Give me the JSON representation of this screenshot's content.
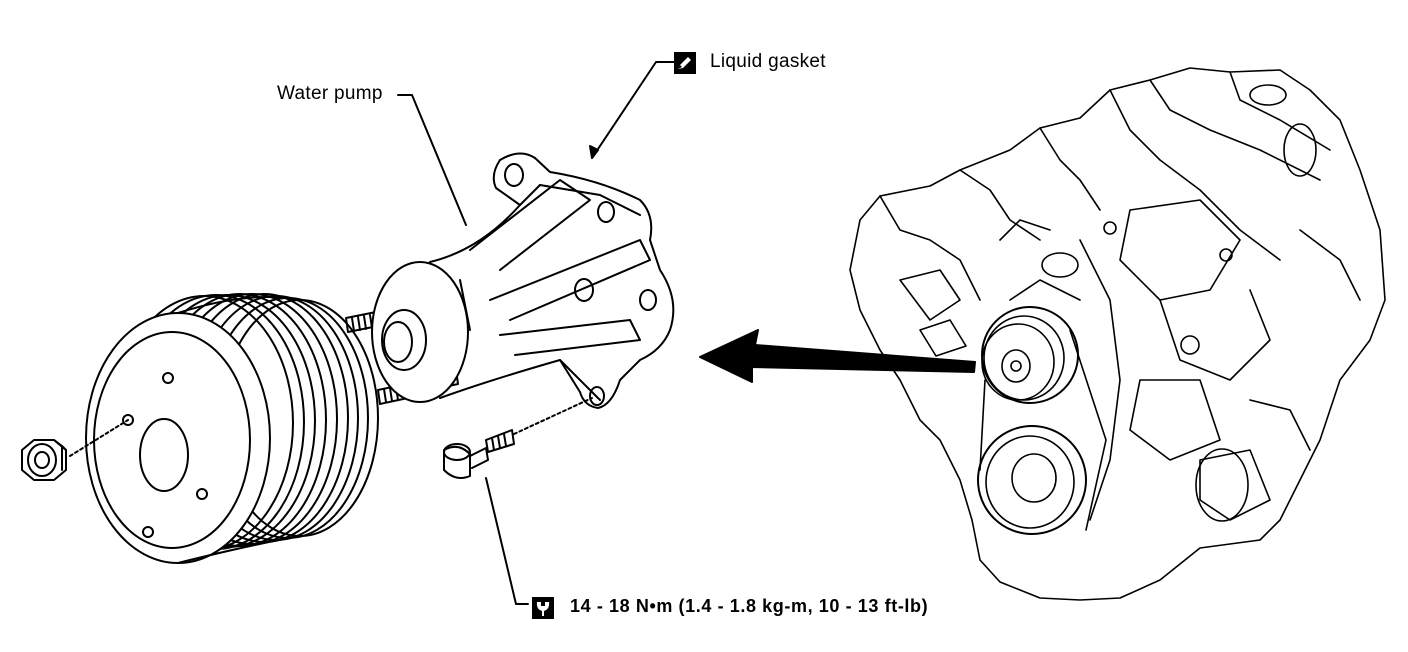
{
  "labels": {
    "water_pump": "Water pump",
    "liquid_gasket": "Liquid gasket",
    "torque": "14 - 18 N•m (1.4 - 1.8 kg-m, 10 - 13 ft-lb)"
  },
  "icons": {
    "gasket": "liquid-gasket-icon",
    "torque": "torque-wrench-icon"
  },
  "colors": {
    "line": "#000000",
    "background": "#ffffff"
  }
}
